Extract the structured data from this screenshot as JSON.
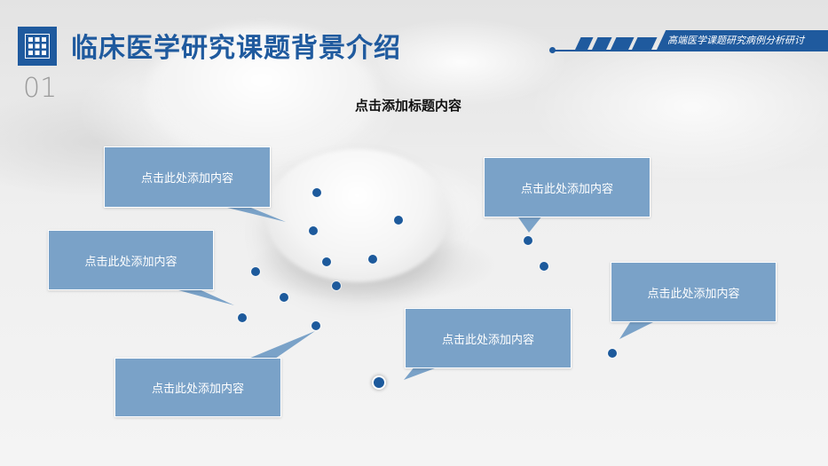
{
  "header": {
    "title": "临床医学研究课题背景介绍",
    "page_number": "01",
    "subtitle": "点击添加标题内容",
    "banner_text": "高端医学课题研究病例分析研讨"
  },
  "callouts": [
    {
      "id": "c1",
      "text": "点击此处添加内容"
    },
    {
      "id": "c2",
      "text": "点击此处添加内容"
    },
    {
      "id": "c3",
      "text": "点击此处添加内容"
    },
    {
      "id": "c4",
      "text": "点击此处添加内容"
    },
    {
      "id": "c5",
      "text": "点击此处添加内容"
    },
    {
      "id": "c6",
      "text": "点击此处添加内容"
    }
  ],
  "colors": {
    "brand_blue": "#1f5a9e",
    "callout_fill": "#7aa2c8",
    "dot_blue": "#1d5a9c"
  },
  "icons": {
    "logo": "grid-icon"
  }
}
